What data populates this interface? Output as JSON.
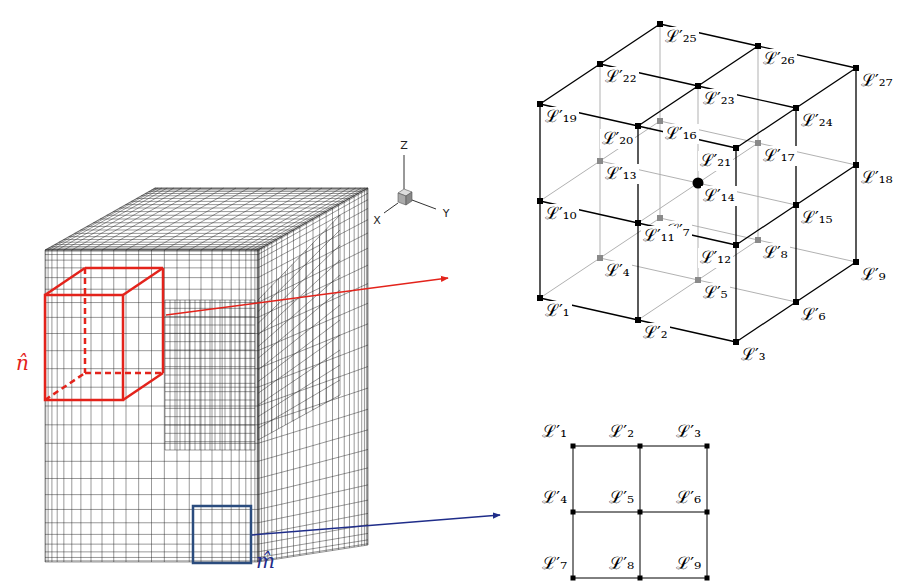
{
  "diagram": {
    "labels": [
      "n̂",
      "m̂",
      "Z",
      "X",
      "Y",
      "ℒ′₁",
      "ℒ′₂",
      "ℒ′₃",
      "ℒ′₄",
      "ℒ′₅",
      "ℒ′₆",
      "ℒ′₇",
      "ℒ′₈",
      "ℒ′₉",
      "ℒ′₁₀",
      "ℒ′₁₁",
      "ℒ′₁₂",
      "ℒ′₁₃",
      "ℒ′₁₄",
      "ℒ′₁₅",
      "ℒ′₁₆",
      "ℒ′₁₇",
      "ℒ′₁₈",
      "ℒ′₁₉",
      "ℒ′₂₀",
      "ℒ′₂₁",
      "ℒ′₂₂",
      "ℒ′₂₃",
      "ℒ′₂₄",
      "ℒ′₂₅",
      "ℒ′₂₆",
      "ℒ′₂₇",
      "ℒ′₁",
      "ℒ′₂",
      "ℒ′₃",
      "ℒ′₄",
      "ℒ′₅",
      "ℒ′₆",
      "ℒ′₇",
      "ℒ′₈",
      "ℒ′₉"
    ]
  }
}
